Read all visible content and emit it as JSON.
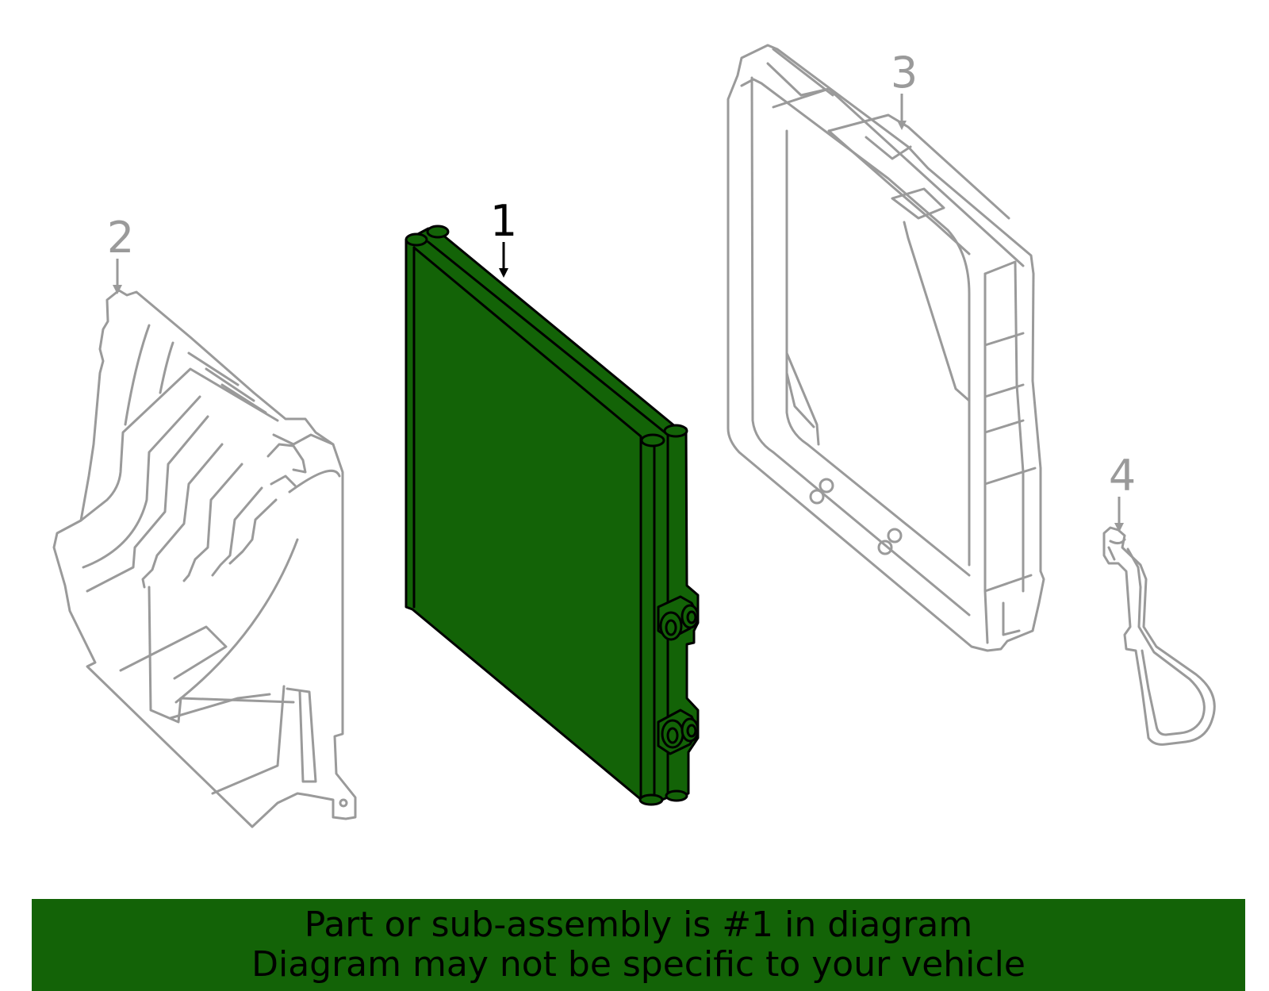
{
  "colors": {
    "highlight_part": "#136307",
    "banner_background": "#136307",
    "context_parts": "#9a9a9a",
    "highlight_outline": "#000000",
    "highlight_callout": "#000000",
    "context_callout": "#9a9a9a"
  },
  "callouts": [
    {
      "id": "1",
      "label": "1",
      "highlighted": true
    },
    {
      "id": "2",
      "label": "2",
      "highlighted": false
    },
    {
      "id": "3",
      "label": "3",
      "highlighted": false
    },
    {
      "id": "4",
      "label": "4",
      "highlighted": false
    }
  ],
  "banner": {
    "line1": "Part or sub-assembly is #1 in diagram",
    "line2": "Diagram may not be specific to your vehicle"
  }
}
